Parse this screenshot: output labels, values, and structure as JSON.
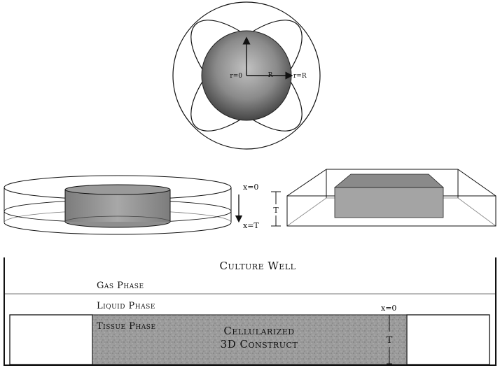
{
  "sphere": {
    "label_center": "r=0",
    "label_radius": "R",
    "label_surface": "r=R"
  },
  "slab_depth": {
    "top": "x=0",
    "thickness": "T",
    "bottom": "x=T"
  },
  "culture_well": {
    "title": "Culture Well",
    "gas_phase": "Gas Phase",
    "liquid_phase": "Liquid Phase",
    "tissue_phase": "Tissue Phase",
    "construct_line1": "Cellularized",
    "construct_line2": "3D Construct",
    "top_label": "x=0",
    "thickness_label": "T"
  },
  "colors": {
    "line": "#111111",
    "sphere_dark": "#3a3a3a",
    "sphere_light": "#bcbcbc",
    "tissue": "#9a9a9a",
    "construct_top": "#8a8a8a",
    "construct_side": "#a6a6a6"
  }
}
